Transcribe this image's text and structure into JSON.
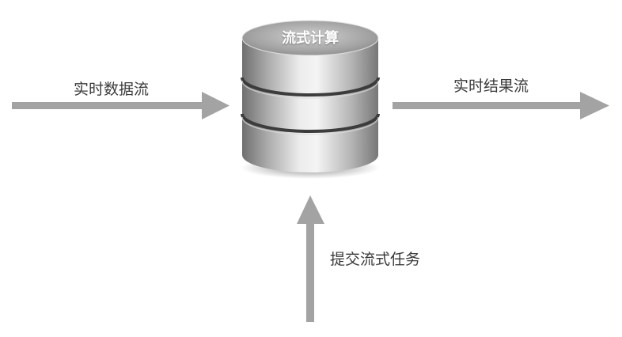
{
  "database": {
    "title": "流式计算",
    "icon": "database-icon"
  },
  "inputs": {
    "realtime_data_stream": "实时数据流",
    "submit_stream_task": "提交流式任务"
  },
  "outputs": {
    "realtime_result_stream": "实时结果流"
  },
  "colors": {
    "arrow": "#a3a3a3",
    "label_text": "#3a3a3a",
    "cylinder_light": "#ececec",
    "cylinder_dark": "#7a7a7a"
  }
}
